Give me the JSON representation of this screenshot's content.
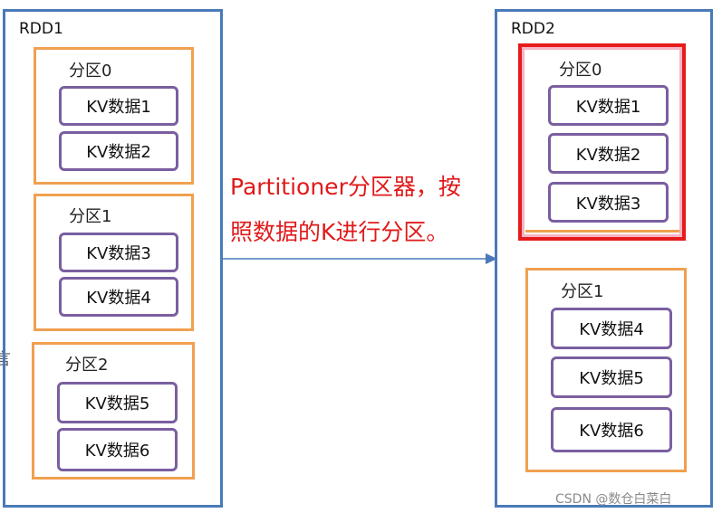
{
  "rdd1": {
    "title": "RDD1",
    "partitions": [
      {
        "label": "分区0",
        "items": [
          "KV数据1",
          "KV数据2"
        ]
      },
      {
        "label": "分区1",
        "items": [
          "KV数据3",
          "KV数据4"
        ]
      },
      {
        "label": "分区2",
        "items": [
          "KV数据5",
          "KV数据6"
        ]
      }
    ]
  },
  "rdd2": {
    "title": "RDD2",
    "partitions": [
      {
        "label": "分区0",
        "items": [
          "KV数据1",
          "KV数据2",
          "KV数据3"
        ]
      },
      {
        "label": "分区1",
        "items": [
          "KV数据4",
          "KV数据5",
          "KV数据6"
        ]
      }
    ]
  },
  "caption": {
    "line1": "Partitioner分区器，按",
    "line2": "照数据的K进行分区。"
  },
  "watermark": "CSDN @数仓白菜白",
  "colors": {
    "rdd_border": "#4a7ab8",
    "partition_border": "#f0a050",
    "highlight_border": "#e61b1b",
    "kv_border": "#7a5fa0",
    "caption_text": "#e01a1a",
    "arrow": "#4a7ab8"
  }
}
